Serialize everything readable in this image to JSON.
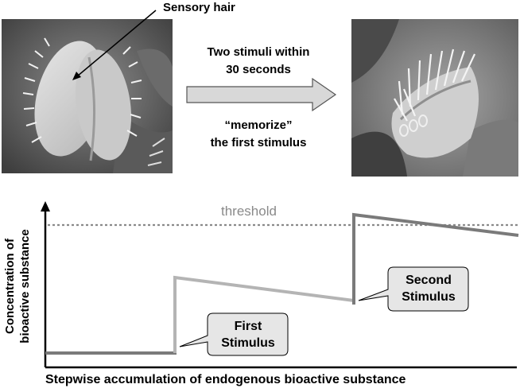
{
  "top": {
    "callout_label": "Sensory hair",
    "stimuli_line1": "Two stimuli within",
    "stimuli_line2": "30 seconds",
    "memorize_line1": "“memorize”",
    "memorize_line2": "the first stimulus"
  },
  "graph": {
    "ylabel_line1": "Concentration of",
    "ylabel_line2": "bioactive substance",
    "xlabel": "Stepwise accumulation of endogenous bioactive substance",
    "threshold_label": "threshold",
    "first_stimulus_line1": "First",
    "first_stimulus_line2": "Stimulus",
    "second_stimulus_line1": "Second",
    "second_stimulus_line2": "Stimulus"
  },
  "colors": {
    "baseline_segment": "#7a7a7a",
    "after_first_stimulus": "#b4b4b4",
    "after_second_stimulus": "#7a7a7a",
    "threshold_line": "#8a8a8a",
    "callout_fill": "#e6e6e6"
  }
}
